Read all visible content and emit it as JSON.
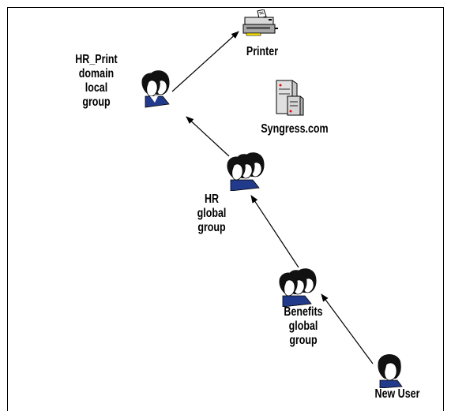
{
  "nodes": {
    "printer": {
      "label": "Printer"
    },
    "server": {
      "label": "Syngress.com"
    },
    "hr_print": {
      "label": "HR_Print\ndomain\nlocal\ngroup"
    },
    "hr_global": {
      "label": "HR\nglobal\ngroup"
    },
    "benefits_global": {
      "label": "Benefits\nglobal\ngroup"
    },
    "new_user": {
      "label": "New User"
    }
  },
  "edges": [
    {
      "from": "new_user",
      "to": "benefits_global"
    },
    {
      "from": "benefits_global",
      "to": "hr_global"
    },
    {
      "from": "hr_global",
      "to": "hr_print"
    },
    {
      "from": "hr_print",
      "to": "printer"
    }
  ],
  "icons": {
    "printer": "printer-icon",
    "server": "server-icon",
    "group": "user-group-icon",
    "user": "user-icon"
  }
}
